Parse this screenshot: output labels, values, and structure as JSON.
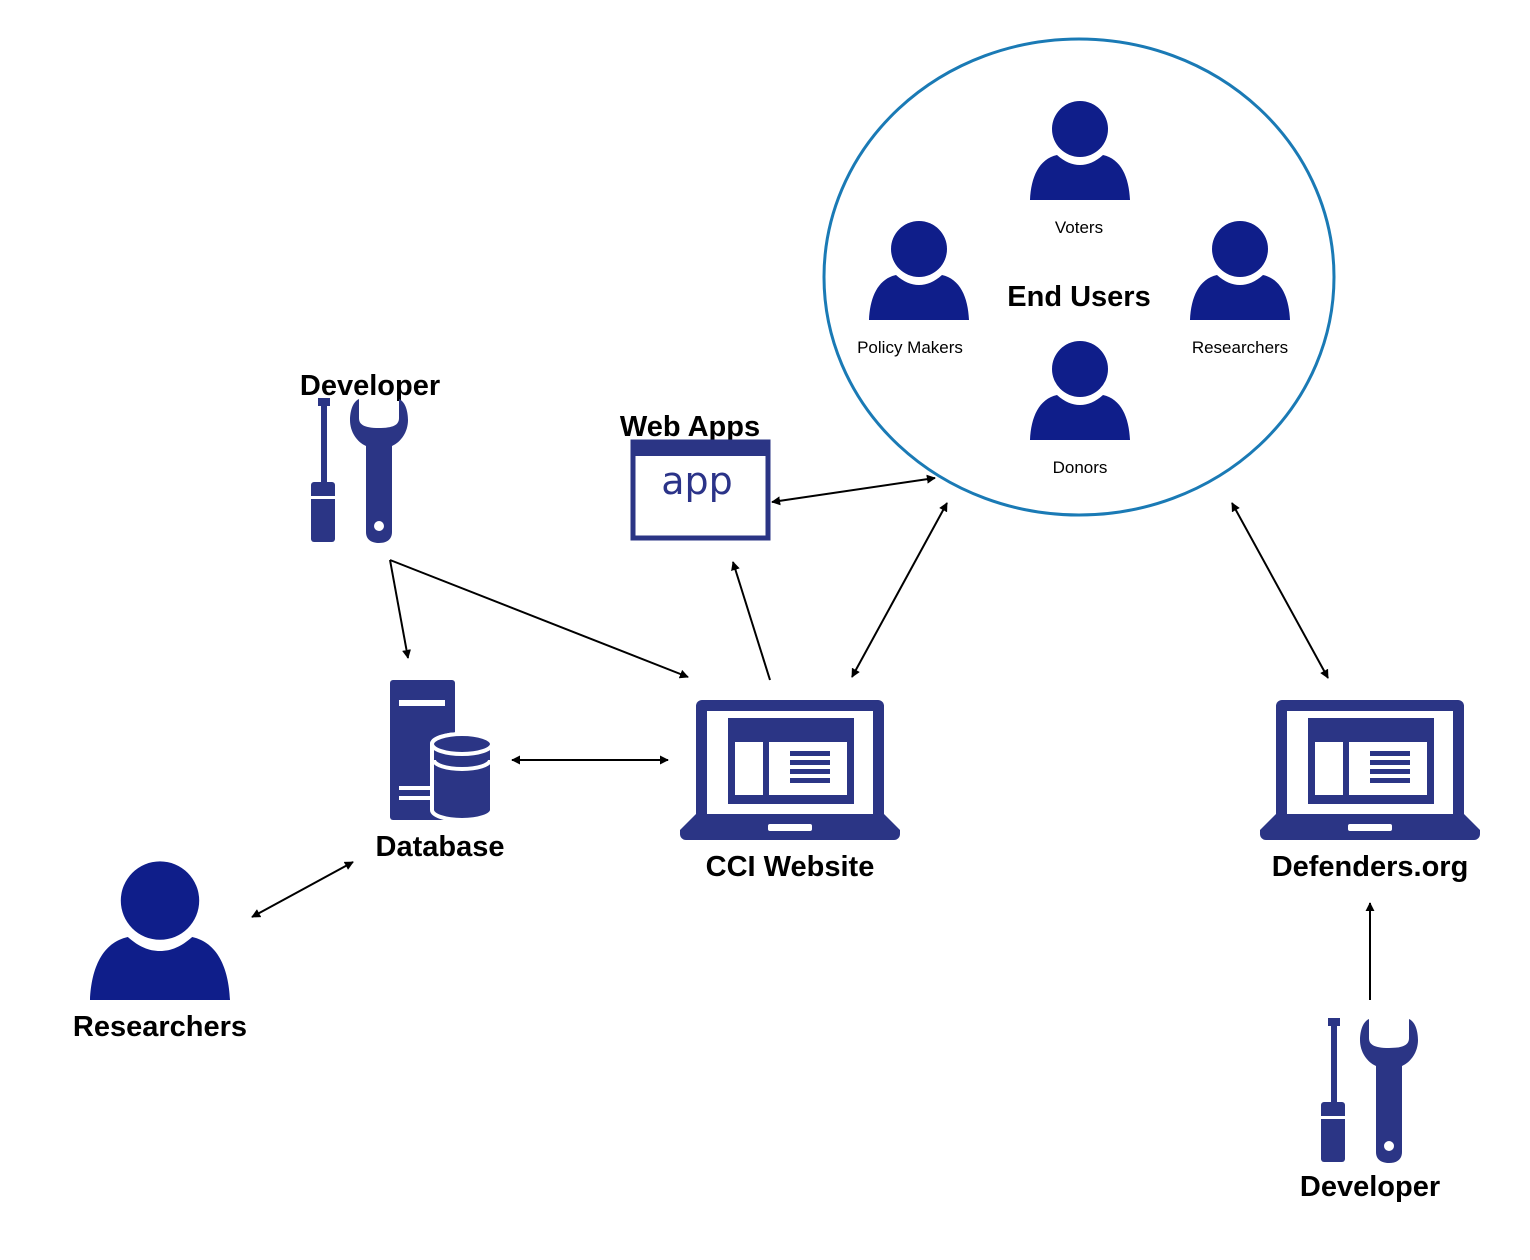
{
  "colors": {
    "icon": "#2b3585",
    "person": "#0f1e8a",
    "circle": "#1a7ab5",
    "arrow": "#000000"
  },
  "nodes": {
    "developer_top": {
      "label": "Developer",
      "icon": "tools-icon"
    },
    "web_apps": {
      "label": "Web Apps",
      "icon": "app-window-icon",
      "icon_text": "app"
    },
    "database": {
      "label": "Database",
      "icon": "database-server-icon"
    },
    "cci_website": {
      "label": "CCI Website",
      "icon": "laptop-icon"
    },
    "defenders_org": {
      "label": "Defenders.org",
      "icon": "laptop-icon"
    },
    "researchers": {
      "label": "Researchers",
      "icon": "person-icon"
    },
    "developer_bottom": {
      "label": "Developer",
      "icon": "tools-icon"
    }
  },
  "end_users": {
    "title": "End Users",
    "members": [
      {
        "label": "Voters",
        "icon": "person-icon"
      },
      {
        "label": "Policy Makers",
        "icon": "person-icon"
      },
      {
        "label": "Researchers",
        "icon": "person-icon"
      },
      {
        "label": "Donors",
        "icon": "person-icon"
      }
    ]
  },
  "edges": [
    {
      "from": "Developer",
      "to": "Database",
      "direction": "forward"
    },
    {
      "from": "Developer",
      "to": "CCI Website",
      "direction": "forward"
    },
    {
      "from": "CCI Website",
      "to": "Web Apps",
      "direction": "forward"
    },
    {
      "from": "Web Apps",
      "to": "End Users",
      "direction": "both"
    },
    {
      "from": "CCI Website",
      "to": "End Users",
      "direction": "both"
    },
    {
      "from": "Defenders.org",
      "to": "End Users",
      "direction": "both"
    },
    {
      "from": "Database",
      "to": "CCI Website",
      "direction": "both"
    },
    {
      "from": "Researchers",
      "to": "Database",
      "direction": "both"
    },
    {
      "from": "Developer",
      "to": "Defenders.org",
      "direction": "forward"
    }
  ]
}
